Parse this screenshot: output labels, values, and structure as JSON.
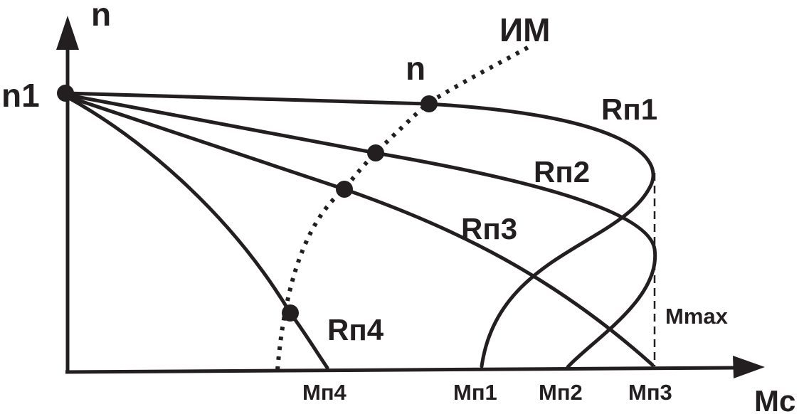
{
  "labels": {
    "y_axis": "n",
    "x_axis": "Mc",
    "n1": "n1",
    "im": "ИМ",
    "n_point": "n",
    "rp1": "Rп1",
    "rp2": "Rп2",
    "rp3": "Rп3",
    "rp4": "Rп4",
    "mmax": "Mmax",
    "mp1": "Mп1",
    "mp2": "Mп2",
    "mp3": "Mп3",
    "mp4": "Mп4"
  },
  "colors": {
    "ink": "#231f20",
    "background": "#ffffff"
  }
}
